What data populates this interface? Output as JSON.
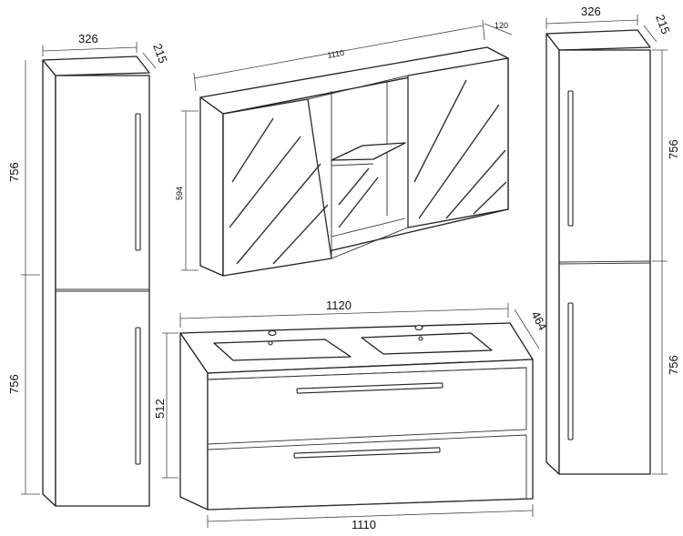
{
  "dimensions": {
    "tall_left": {
      "width": "326",
      "depth": "215",
      "upper_height": "756",
      "lower_height": "756"
    },
    "tall_right": {
      "width": "326",
      "depth": "215",
      "upper_height": "756",
      "lower_height": "756"
    },
    "mirror_cabinet": {
      "width": "1110",
      "depth": "120",
      "height": "594"
    },
    "sink_unit": {
      "top_width": "1120",
      "top_depth": "464",
      "height": "512",
      "body_width": "1110"
    }
  }
}
